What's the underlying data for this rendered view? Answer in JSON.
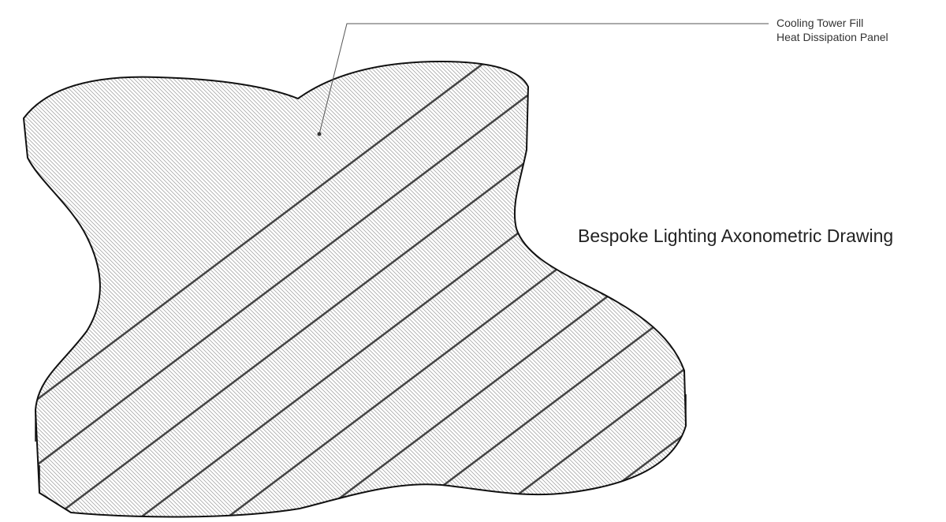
{
  "callout": {
    "line1": "Cooling Tower Fill",
    "line2": "Heat Dissipation Panel"
  },
  "title": "Bespoke Lighting Axonometric Drawing",
  "colors": {
    "ink": "#222222",
    "fill_line": "#9a9a9a",
    "background": "#ffffff"
  }
}
